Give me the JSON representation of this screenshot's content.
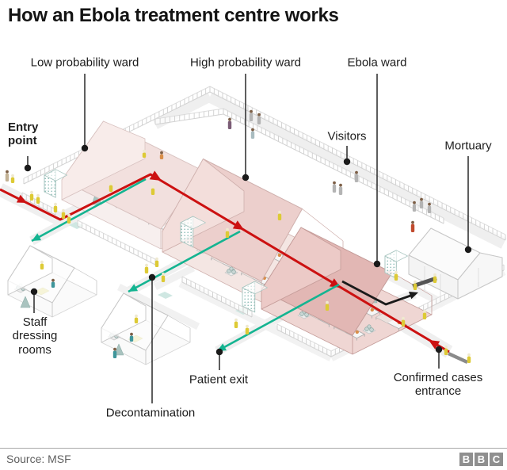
{
  "title": "How an Ebola treatment centre works",
  "labels": {
    "entry_point": "Entry point",
    "low_probability_ward": "Low probability ward",
    "high_probability_ward": "High probability ward",
    "ebola_ward": "Ebola ward",
    "visitors": "Visitors",
    "mortuary": "Mortuary",
    "staff_dressing_rooms": "Staff dressing rooms",
    "decontamination": "Decontamination",
    "patient_exit": "Patient exit",
    "confirmed_cases_entrance": "Confirmed cases entrance"
  },
  "footer": {
    "source": "Source: MSF",
    "logo_letters": [
      "B",
      "B",
      "C"
    ]
  },
  "colors": {
    "route_infected": "#cc1111",
    "route_safe": "#14b491",
    "route_mortuary": "#1a1a1a",
    "leader": "#1a1a1a",
    "ward_low_roof": "#f2e0de",
    "ward_low_gable": "#f8ecea",
    "ward_low_floor": "#f7efee",
    "ward_low_stroke": "#d8c2c0",
    "ward_high_roof": "#eccfcc",
    "ward_high_gable": "#f3dedb",
    "ward_high_floor": "#f4e6e3",
    "ward_high_stroke": "#cfb0ad",
    "ward_ebola_roof": "#e2b7b4",
    "ward_ebola_gable": "#eccac7",
    "ward_ebola_floor": "#efd6d3",
    "ward_ebola_stroke": "#c49c99",
    "tent_white": "#fbfbfb",
    "tent_white_wall": "#f4f4f4",
    "tent_white_stroke": "#c6c6c6",
    "fence": "#d2d2d2",
    "path": "#efefef",
    "chlorine_patch": "#cfe7e2",
    "suit_yellow": "#ddca35",
    "suit_head": "#efe9cf",
    "visitor_grey": "#b4b4b4",
    "civilian_head": "#7d5f46",
    "scrubs_teal": "#3f969b",
    "patient_orange": "#d98e4a",
    "bed_frame": "#b0b0b0",
    "bbc_grey": "#8f8f8f"
  }
}
